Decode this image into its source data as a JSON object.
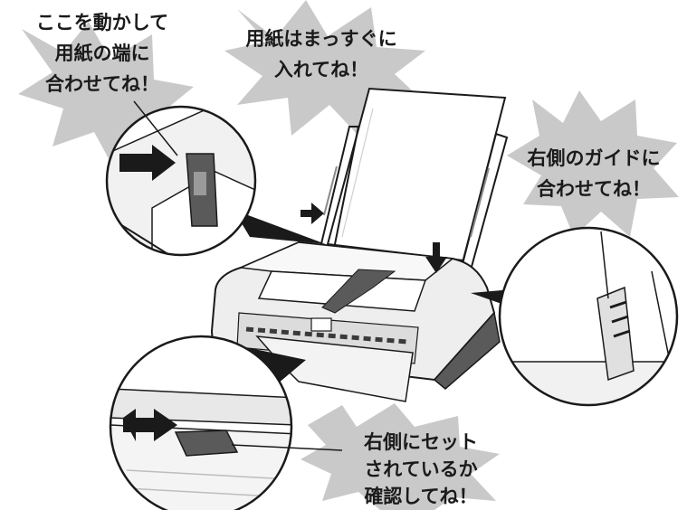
{
  "callouts": {
    "paper_guide_left": {
      "lines": [
        "ここを動かして",
        "用紙の端に",
        "合わせてね！"
      ]
    },
    "paper_straight": {
      "lines": [
        "用紙はまっすぐに",
        "入れてね！"
      ]
    },
    "right_guide": {
      "lines": [
        "右側のガイドに",
        "合わせてね！"
      ]
    },
    "lever_right": {
      "lines": [
        "右側にセット",
        "されているか",
        "確認してね！"
      ]
    }
  },
  "colors": {
    "burst": "#c9c9c9",
    "outline": "#1a1a1a",
    "printer_body": "#eeeeee",
    "printer_dark": "#5a5a5a",
    "paper": "#ffffff",
    "arrow": "#1a1a1a"
  }
}
